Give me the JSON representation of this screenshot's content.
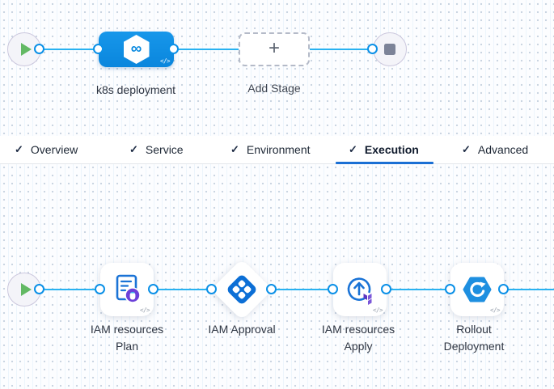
{
  "icons": {
    "check": "✓",
    "code": "</>",
    "infinity": "∞",
    "plus": "+"
  },
  "colors": {
    "accent_blue": "#0a86dd",
    "edge_blue": "#29b2f1",
    "active_tab_underline": "#1a6fd4",
    "terraform_purple": "#6b40d8",
    "approval_blue": "#0c6fd6"
  },
  "stage_flow": {
    "stage_label": "k8s deployment",
    "add_stage_label": "Add Stage"
  },
  "tabs": [
    {
      "label": "Overview",
      "active": false
    },
    {
      "label": "Service",
      "active": false
    },
    {
      "label": "Environment",
      "active": false
    },
    {
      "label": "Execution",
      "active": true
    },
    {
      "label": "Advanced",
      "active": false
    }
  ],
  "execution_flow": {
    "steps": [
      {
        "name": "terraform-plan",
        "label1": "IAM resources",
        "label2": "Plan"
      },
      {
        "name": "approval",
        "label1": "IAM Approval",
        "label2": ""
      },
      {
        "name": "terraform-apply",
        "label1": "IAM resources",
        "label2": "Apply"
      },
      {
        "name": "rollout-deployment",
        "label1": "Rollout",
        "label2": "Deployment"
      }
    ]
  }
}
